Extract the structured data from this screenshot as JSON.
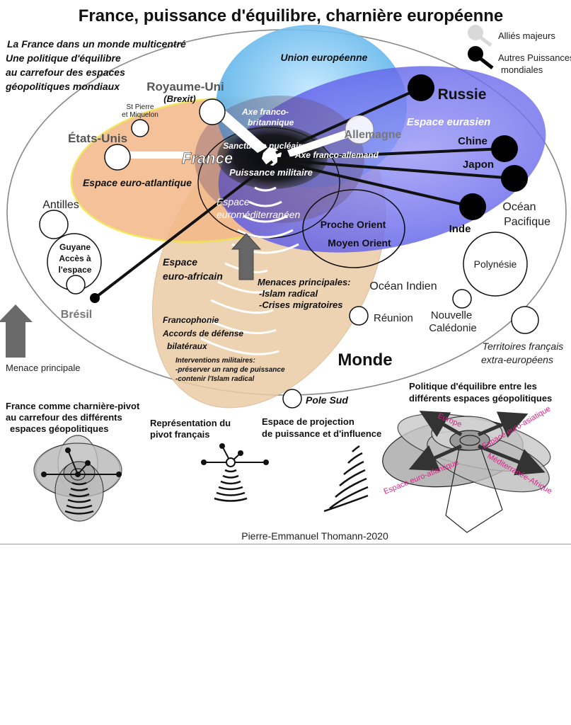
{
  "title": "France, puissance d'équilibre, charnière européenne",
  "intro": [
    "La France dans un monde multicentré",
    "Une politique d'équilibre",
    "au carrefour des espaces",
    "géopolitiques mondiaux"
  ],
  "legend": {
    "allies": "Alliés majeurs",
    "others_1": "Autres Puissances",
    "others_2": "mondiales"
  },
  "spaces": {
    "eu": "Union européenne",
    "eurasian": "Espace eurasien",
    "euro_atlantic": "Espace euro-atlantique",
    "euro_med_1": "Espace",
    "euro_med_2": "euroméditerranéen",
    "euro_african_1": "Espace",
    "euro_african_2": "euro-africain"
  },
  "countries": {
    "france": "France",
    "uk": "Royaume-Uni",
    "brexit": "(Brexit)",
    "usa": "États-Unis",
    "germany": "Allemagne",
    "russia": "Russie",
    "china": "Chine",
    "japan": "Japon",
    "india": "Inde",
    "brazil": "Brésil",
    "middle_east_1": "Proche Orient",
    "middle_east_2": "Moyen Orient"
  },
  "axes": {
    "franco_british_1": "Axe franco-",
    "franco_british_2": "britannique",
    "nuclear": "Sanctuaire nucléaire",
    "franco_german": "Axe franco-allemand",
    "military": "Puissance militaire"
  },
  "territories": {
    "spm_1": "St Pierre",
    "spm_2": "et Miquelon",
    "antilles": "Antilles",
    "guyane_1": "Guyane",
    "guyane_2": "Accès à",
    "guyane_3": "l'espace",
    "polynesie": "Polynésie",
    "reunion": "Réunion",
    "nc_1": "Nouvelle",
    "nc_2": "Calédonie",
    "pole": "Pole Sud",
    "ocean_indien": "Océan Indien",
    "ocean_pacifique_1": "Océan",
    "ocean_pacifique_2": "Pacifique",
    "tfe_1": "Territoires français",
    "tfe_2": "extra-européens"
  },
  "threats": {
    "main_1": "Menaces principales:",
    "main_2": "-Islam radical",
    "main_3": "-Crises migratoires",
    "francophonie": "Francophonie",
    "defense_1": "Accords de défense",
    "defense_2": "bilatéraux",
    "interv_1": "Interventions militaires:",
    "interv_2": "-préserver un rang de puissance",
    "interv_3": "-contenir l'Islam radical",
    "menace_principale": "Menace principale"
  },
  "monde": "Monde",
  "bottom": {
    "pivot_1": "France comme charnière-pivot",
    "pivot_2": "au carrefour des différents",
    "pivot_3": "espaces géopolitiques",
    "repr_1": "Représentation du",
    "repr_2": "pivot français",
    "proj_1": "Espace de projection",
    "proj_2": "de puissance et d'influence",
    "balance_1": "Politique d'équilibre entre les",
    "balance_2": "différents espaces géopolitiques",
    "arrow_europe": "Europe",
    "arrow_asia": "Espace euro-asiatique",
    "arrow_atlantic": "Espace euro-atlantique",
    "arrow_medaf": "Méditerranée-Afrique"
  },
  "credit": "Pierre-Emmanuel Thomann-2020",
  "colors": {
    "eu": "#5ab4ea",
    "eurasian": "#6e6ef0",
    "atlantic": "#f3b98a",
    "african": "#e8c9a0",
    "magenta": "#e0218a"
  }
}
